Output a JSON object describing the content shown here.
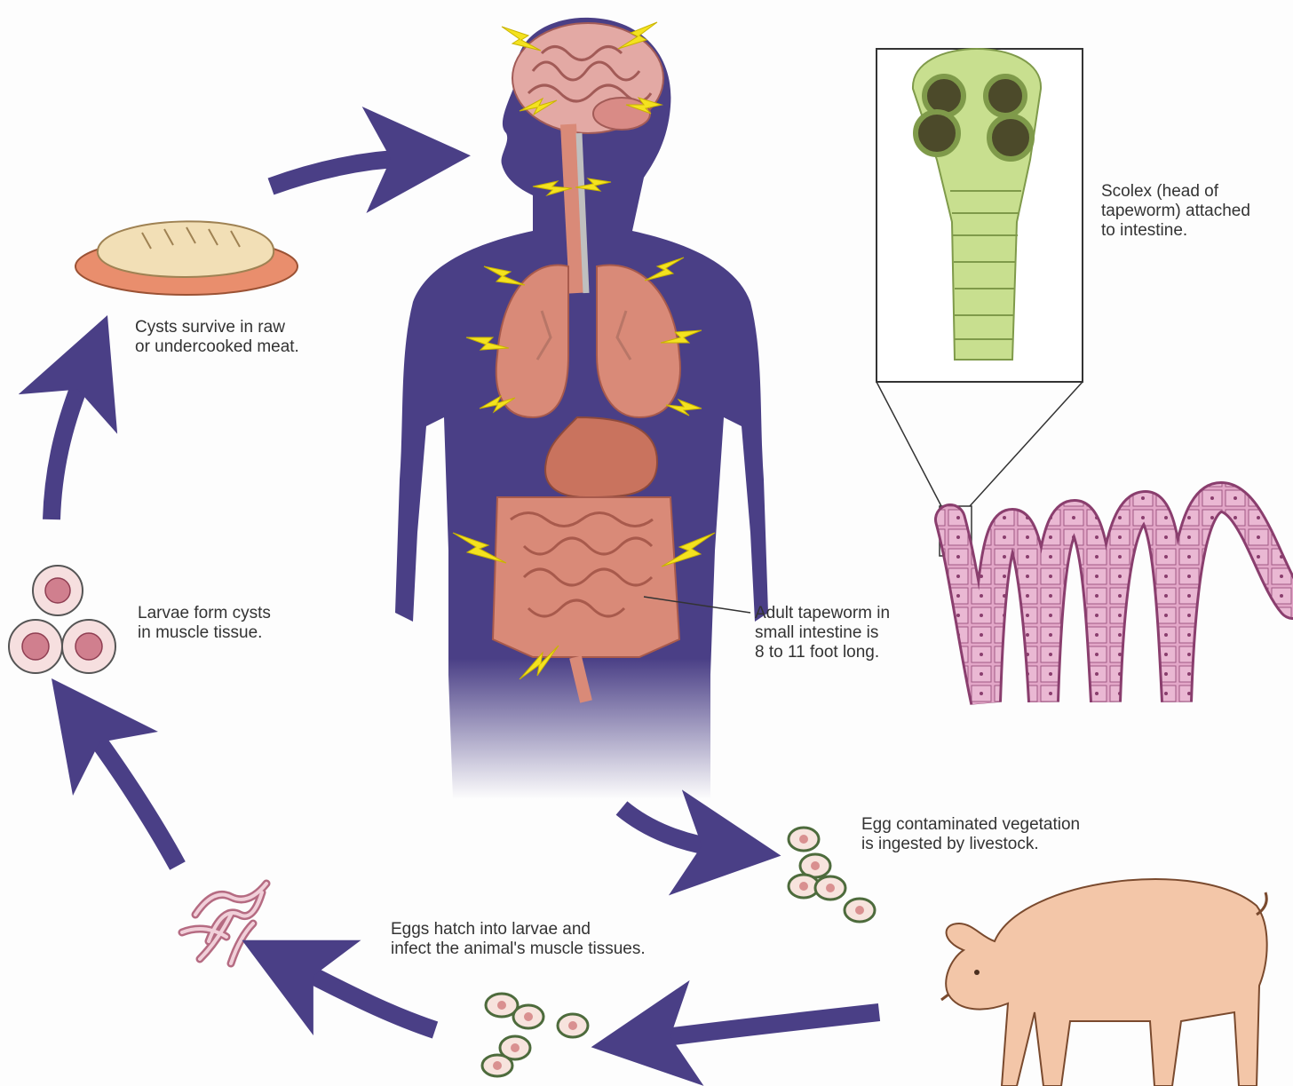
{
  "diagram": {
    "labels": {
      "scolex": "Scolex (head of\ntapeworm) attached\nto intestine.",
      "cysts_meat": "Cysts survive in raw\nor undercooked meat.",
      "larvae_cysts": "Larvae form cysts\nin muscle tissue.",
      "adult_tapeworm": "Adult tapeworm in\nsmall intestine is\n8 to 11 foot long.",
      "egg_vegetation": "Egg contaminated vegetation\nis ingested by livestock.",
      "eggs_hatch": "Eggs hatch into larvae and\ninfect the animal's muscle tissues."
    },
    "colors": {
      "body": "#4a3f86",
      "arrow": "#4a3f86",
      "organ": "#d98a78",
      "lightning": "#f4e21f",
      "tapeworm": "#d99ab8",
      "scolex": "#c8df8f",
      "pig": "#f3c6a8",
      "food": "#e98e6d"
    }
  }
}
